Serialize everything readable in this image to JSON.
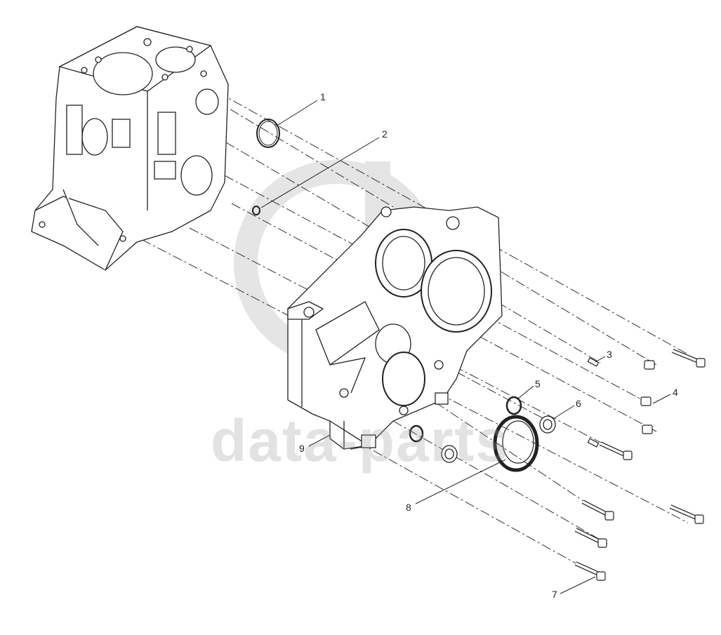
{
  "watermark": {
    "text": "data-parts"
  },
  "callouts": [
    {
      "id": "1",
      "label": "1"
    },
    {
      "id": "2",
      "label": "2"
    },
    {
      "id": "3",
      "label": "3"
    },
    {
      "id": "4",
      "label": "4"
    },
    {
      "id": "5",
      "label": "5"
    },
    {
      "id": "6",
      "label": "6"
    },
    {
      "id": "7",
      "label": "7"
    },
    {
      "id": "8",
      "label": "8"
    },
    {
      "id": "9",
      "label": "9"
    }
  ],
  "colors": {
    "line": "#2a2a2a",
    "watermark": "#9a9a9a",
    "background": "#ffffff"
  }
}
